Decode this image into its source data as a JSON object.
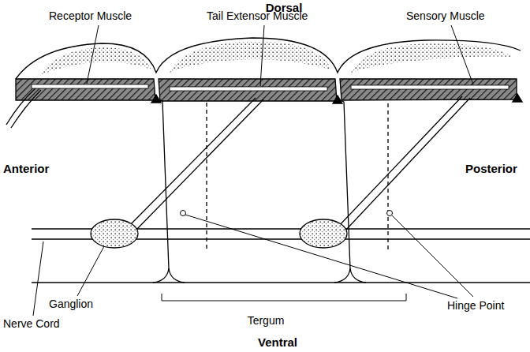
{
  "diagram": {
    "labels": [
      "Dorsal",
      "Receptor Muscle",
      "Tail Extensor Muscle",
      "Sensory Muscle",
      "Anterior",
      "Posterior",
      "Ganglion",
      "Nerve Cord",
      "Tergum",
      "Hinge Point",
      "Ventral"
    ]
  }
}
